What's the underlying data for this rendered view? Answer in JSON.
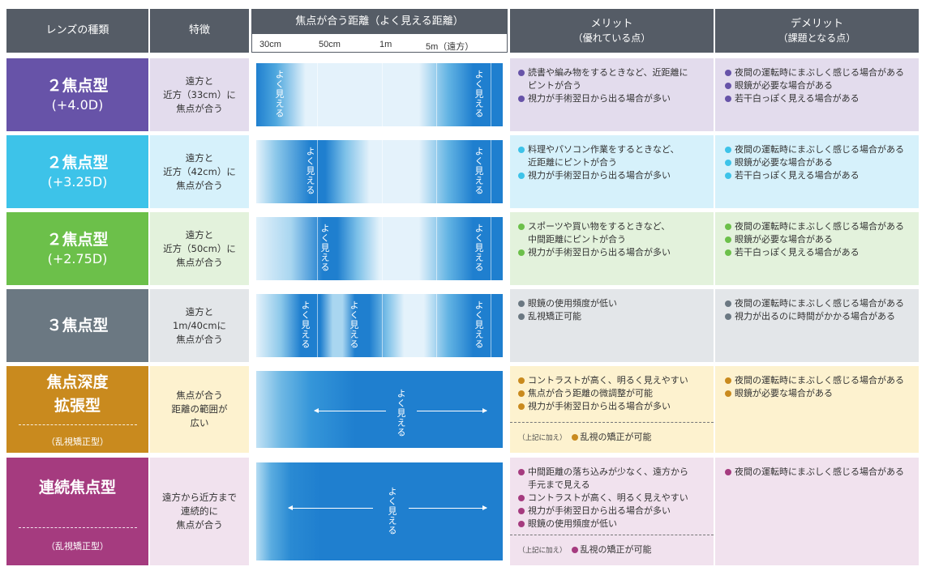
{
  "header": {
    "type": "レンズの種類",
    "feature": "特徴",
    "distance": "焦点が合う距離（よく見える距離）",
    "merit_title": "メリット",
    "merit_sub": "（優れている点）",
    "demerit_title": "デメリット",
    "demerit_sub": "（課題となる点）",
    "ticks": [
      "30cm",
      "50cm",
      "1m",
      "5m（遠方）"
    ]
  },
  "seeing_label": "よく見える",
  "extra_prefix": "（上記に加え）",
  "colors": {
    "header_bg": "#555c66",
    "focus_blue": "#1f7fcf"
  },
  "rows": [
    {
      "name": "２焦点型",
      "power": "(+4.0D)",
      "feature": "遠方と\n近方（33cm）に\n焦点が合う",
      "merits": [
        "読書や編み物をするときなど、近距離に\nピントが合う",
        "視力が手術翌日から出る場合が多い"
      ],
      "demerits": [
        "夜間の運転時にまぶしく感じる場合がある",
        "眼鏡が必要な場合がある",
        "若干白っぽく見える場合がある"
      ],
      "colors": {
        "type": "#6753a8",
        "tint": "#e3dced",
        "dot": "#6753a8"
      }
    },
    {
      "name": "２焦点型",
      "power": "(+3.25D)",
      "feature": "遠方と\n近方（42cm）に\n焦点が合う",
      "merits": [
        "料理やパソコン作業をするときなど、\n近距離にピントが合う",
        "視力が手術翌日から出る場合が多い"
      ],
      "demerits": [
        "夜間の運転時にまぶしく感じる場合がある",
        "眼鏡が必要な場合がある",
        "若干白っぽく見える場合がある"
      ],
      "colors": {
        "type": "#3dc3e9",
        "tint": "#d6f1fb",
        "dot": "#3dc3e9"
      }
    },
    {
      "name": "２焦点型",
      "power": "(+2.75D)",
      "feature": "遠方と\n近方（50cm）に\n焦点が合う",
      "merits": [
        "スポーツや買い物をするときなど、\n中間距離にピントが合う",
        "視力が手術翌日から出る場合が多い"
      ],
      "demerits": [
        "夜間の運転時にまぶしく感じる場合がある",
        "眼鏡が必要な場合がある",
        "若干白っぽく見える場合がある"
      ],
      "colors": {
        "type": "#6cc04a",
        "tint": "#e3f2dc",
        "dot": "#6cc04a"
      }
    },
    {
      "name": "３焦点型",
      "feature": "遠方と\n1m/40cmに\n焦点が合う",
      "merits": [
        "眼鏡の使用頻度が低い",
        "乱視矯正可能"
      ],
      "demerits": [
        "夜間の運転時にまぶしく感じる場合がある",
        "視力が出るのに時間がかかる場合がある"
      ],
      "colors": {
        "type": "#6b7882",
        "tint": "#e3e6e9",
        "dot": "#6b7882"
      }
    },
    {
      "name_lines": [
        "焦点深度",
        "拡張型"
      ],
      "note": "（乱視矯正型）",
      "feature": "焦点が合う\n距離の範囲が\n広い",
      "merits": [
        "コントラストが高く、明るく見えやすい",
        "焦点が合う距離の微調整が可能",
        "視力が手術翌日から出る場合が多い"
      ],
      "extra": "乱視の矯正が可能",
      "demerits": [
        "夜間の運転時にまぶしく感じる場合がある",
        "眼鏡が必要な場合がある"
      ],
      "colors": {
        "type": "#c98a1e",
        "tint": "#fdf2cf",
        "dot": "#c98a1e"
      }
    },
    {
      "name_lines": [
        "連続焦点型"
      ],
      "note": "（乱視矯正型）",
      "feature": "遠方から近方まで\n連続的に\n焦点が合う",
      "merits": [
        "中間距離の落ち込みが少なく、遠方から\n手元まで見える",
        "コントラストが高く、明るく見えやすい",
        "視力が手術翌日から出る場合が多い",
        "眼鏡の使用頻度が低い"
      ],
      "extra": "乱視の矯正が可能",
      "demerits": [
        "夜間の運転時にまぶしく感じる場合がある"
      ],
      "colors": {
        "type": "#a53b7f",
        "tint": "#f1e2ee",
        "dot": "#a53b7f"
      }
    }
  ]
}
